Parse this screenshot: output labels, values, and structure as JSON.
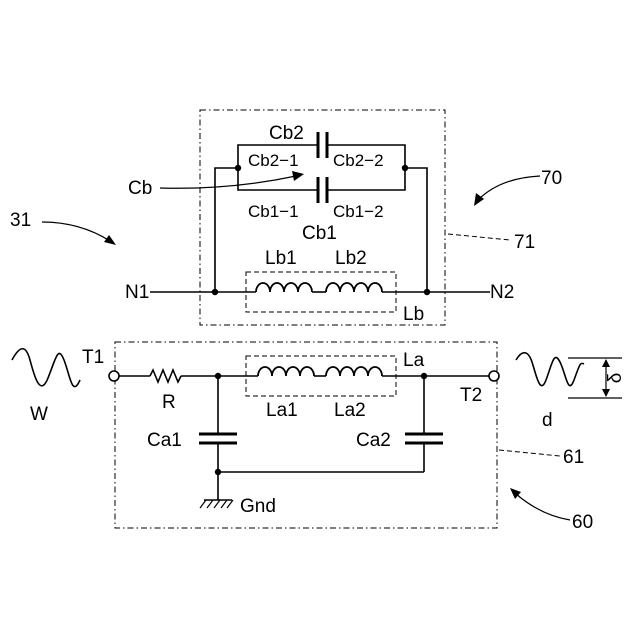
{
  "labels": {
    "ref_31": "31",
    "ref_70": "70",
    "ref_71": "71",
    "ref_60": "60",
    "ref_61": "61",
    "cb": "Cb",
    "cb1": "Cb1",
    "cb2": "Cb2",
    "cb1_1": "Cb1−1",
    "cb1_2": "Cb1−2",
    "cb2_1": "Cb2−1",
    "cb2_2": "Cb2−2",
    "lb": "Lb",
    "lb1": "Lb1",
    "lb2": "Lb2",
    "n1": "N1",
    "n2": "N2",
    "t1": "T1",
    "t2": "T2",
    "r": "R",
    "la": "La",
    "la1": "La1",
    "la2": "La2",
    "ca1": "Ca1",
    "ca2": "Ca2",
    "gnd": "Gnd",
    "w": "W",
    "d": "d",
    "delta": "δ"
  }
}
